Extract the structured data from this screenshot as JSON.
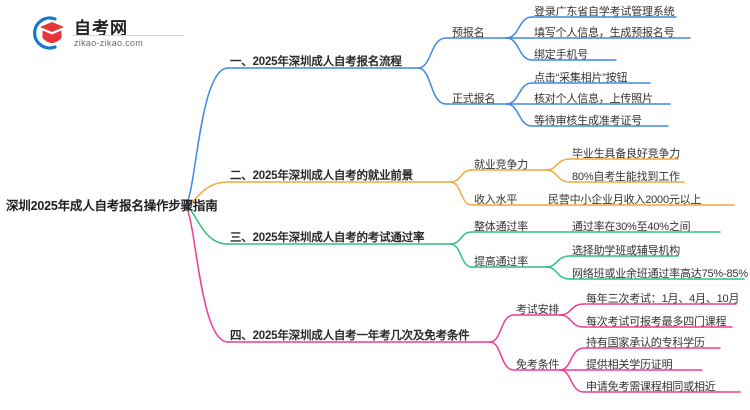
{
  "logo": {
    "brand_name": "自考网",
    "url_text": "zikao-zikao.com",
    "mark_icon": "graduation-cap-circle-logo",
    "arc_color": "#1479c9",
    "cap_color": "#e3353a"
  },
  "mindmap": {
    "root": {
      "label": "深圳2025年成人自考报名操作步骤指南"
    },
    "branches": [
      {
        "label": "一、2025年深圳成人自考报名流程",
        "color": "#3f8ae0",
        "children": [
          {
            "label": "预报名",
            "leaves": [
              "登录广东省自学考试管理系统",
              "填写个人信息，生成预报名号",
              "绑定手机号"
            ]
          },
          {
            "label": "正式报名",
            "leaves": [
              "点击“采集相片”按钮",
              "核对个人信息，上传照片",
              "等待审核生成准考证号"
            ]
          }
        ]
      },
      {
        "label": "二、2025年深圳成人自考的就业前景",
        "color": "#f0a93c",
        "children": [
          {
            "label": "就业竞争力",
            "leaves": [
              "毕业生具备良好竞争力",
              "80%自考生能找到工作"
            ]
          },
          {
            "label": "收入水平",
            "leaves": [
              "民营中小企业月收入2000元以上"
            ]
          }
        ]
      },
      {
        "label": "三、2025年深圳成人自考的考试通过率",
        "color": "#2ec27e",
        "children": [
          {
            "label": "整体通过率",
            "leaves": [
              "通过率在30%至40%之间"
            ]
          },
          {
            "label": "提高通过率",
            "leaves": [
              "选择助学班或辅导机构",
              "网络班或业余班通过率高达75%-85%"
            ]
          }
        ]
      },
      {
        "label": "四、2025年深圳成人自考一年考几次及免考条件",
        "color": "#ee3d96",
        "children": [
          {
            "label": "考试安排",
            "leaves": [
              "每年三次考试：1月、4月、10月",
              "每次考试可报考最多四门课程"
            ]
          },
          {
            "label": "免考条件",
            "leaves": [
              "持有国家承认的专科学历",
              "提供相关学历证明",
              "申请免考需课程相同或相近"
            ]
          }
        ]
      }
    ]
  }
}
